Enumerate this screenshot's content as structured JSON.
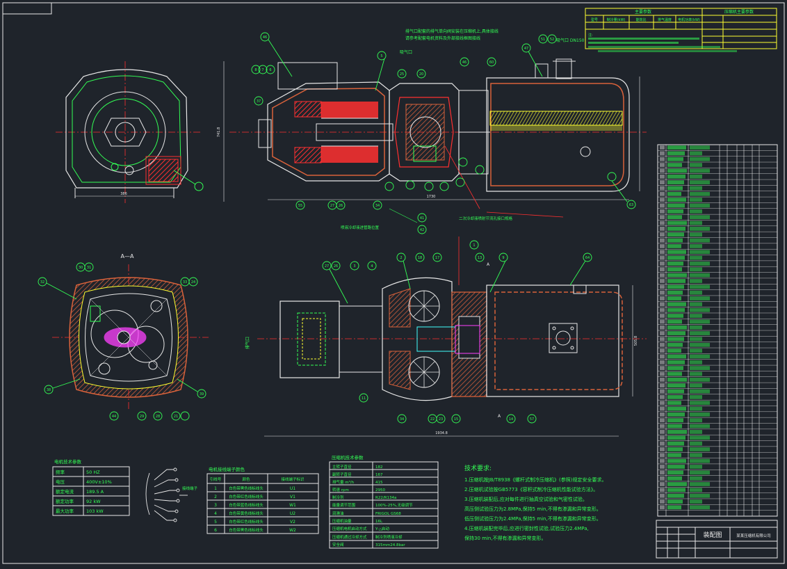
{
  "colors": {
    "background": "#1f242b",
    "outline": "#e8e8e8",
    "green": "#33ff55",
    "red": "#ff3030",
    "yellow": "#ffff30",
    "magenta": "#ff40ff",
    "cyan": "#40ffff",
    "orange": "#d9623b"
  },
  "section_label": "A—A",
  "section_mark_a": "A",
  "motor_params": {
    "title": "电机技术参数",
    "rows": [
      [
        "频率",
        "50 HZ"
      ],
      [
        "电压",
        "400V±10%"
      ],
      [
        "额定电流",
        "189.5 A"
      ],
      [
        "额定功率",
        "92 kW"
      ],
      [
        "最大功率",
        "103 kW"
      ]
    ]
  },
  "wiring_table": {
    "title": "电机接线端子颜色",
    "headers": [
      "引线号",
      "颜色",
      "接线端子标识"
    ],
    "rows": [
      [
        "1",
        "白色带黑色线标线头",
        "U1"
      ],
      [
        "2",
        "白色带红色线标线头",
        "V1"
      ],
      [
        "3",
        "白色带蓝色线标线头",
        "W1"
      ],
      [
        "4",
        "白色带黄色线标线头",
        "U2"
      ],
      [
        "5",
        "白色带红色线标线头",
        "V2"
      ],
      [
        "6",
        "白色带黑色线标线头",
        "W2"
      ]
    ]
  },
  "compressor_params": {
    "title": "压缩机技术参数",
    "rows": [
      [
        "主转子直径",
        "182"
      ],
      [
        "副转子直径",
        "167"
      ],
      [
        "排气量 m³/h",
        "415"
      ],
      [
        "转速 rpm",
        "2950"
      ],
      [
        "制冷剂",
        "R22/R134a"
      ],
      [
        "能量调节范围",
        "100%-25%,无级调节"
      ],
      [
        "润滑油",
        "FRIGOL GS68"
      ],
      [
        "压缩机油量",
        "16L"
      ],
      [
        "压缩机电机启动方式",
        "Y-△启动"
      ],
      [
        "压缩机通过冷却方式",
        "制冷剂喷液冷却"
      ],
      [
        "安全阀",
        "315mm24.8bar"
      ]
    ]
  },
  "tech_req": {
    "title": "技术要求:",
    "lines": [
      "1.压缩机按JB/T8938《螺杆式制冷压缩机》(参照)规定安全要求。",
      "2.压缩机试验按GB5773《容积式制冷压缩机性能试验方法》。",
      "3.压缩机装配后,应对每件进行抽真空试验和气密性试验。",
      "  高压侧试验压力为2.8MPa,保持5 min,不得有渗漏和异常变形。",
      "  低压侧试验压力为2.4MPa,保持5 min,不得有渗漏和异常变形。",
      "4.压缩机装配完毕后,应进行密封性试验,试验压力2.4MPa,",
      "  保持30 min,不得有渗漏和异常变形。"
    ]
  },
  "annotations": [
    "排气口配套的排气单向阀安装在压缩机上,具体接线",
    "请参考配套电机资料及外部接线框图接线",
    "吸气口",
    "排气口",
    "二次冷却液喷射节流孔接口规格",
    "喷液冷却液进管路位置",
    "吸气口 DN150"
  ],
  "title_block": {
    "drawing_name": "装配图",
    "company": "某某压缩机有限公司"
  },
  "top_table": {
    "title": "主要参数",
    "headers": [
      "型号",
      "制冷量(kW)",
      "能效比",
      "排气温度",
      "电机功率(kW)"
    ]
  }
}
